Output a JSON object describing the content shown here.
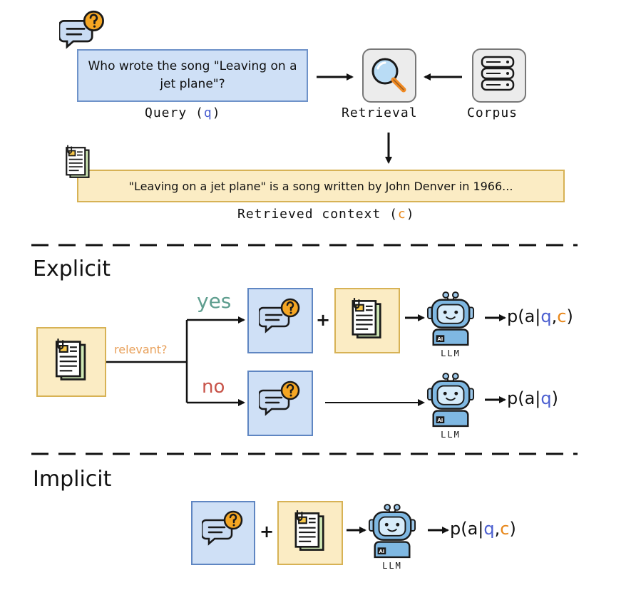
{
  "top": {
    "query_text": "Who wrote the song \"Leaving on a jet plane\"?",
    "query_label_prefix": "Query (",
    "query_label_var": "q",
    "query_label_suffix": ")",
    "retrieval_label": "Retrieval",
    "corpus_label": "Corpus",
    "context_text": "\"Leaving on a jet plane\" is a song written by John Denver in 1966...",
    "context_label_prefix": "Retrieved context (",
    "context_label_var": "c",
    "context_label_suffix": ")"
  },
  "explicit": {
    "title": "Explicit",
    "relevant_label": "relevant?",
    "yes_label": "yes",
    "no_label": "no",
    "plus": "+",
    "llm_label": "LLM",
    "out_yes": {
      "pre": "p(a|",
      "q": "q",
      "comma": ",",
      "c": "c",
      "post": ")"
    },
    "out_no": {
      "pre": "p(a|",
      "q": "q",
      "post": ")"
    }
  },
  "implicit": {
    "title": "Implicit",
    "plus": "+",
    "llm_label": "LLM",
    "out": {
      "pre": "p(a|",
      "q": "q",
      "comma": ",",
      "c": "c",
      "post": ")"
    }
  },
  "colors": {
    "query_fill": "#cfe0f6",
    "context_fill": "#fbecc4",
    "q_color": "#4b5fd0",
    "c_color": "#e8871a",
    "yes_color": "#5f9e8f",
    "no_color": "#c8544a",
    "relevant_color": "#e8a05a"
  },
  "icons": [
    "speech-question-icon",
    "document-icon",
    "magnifier-icon",
    "database-icon",
    "robot-icon"
  ]
}
